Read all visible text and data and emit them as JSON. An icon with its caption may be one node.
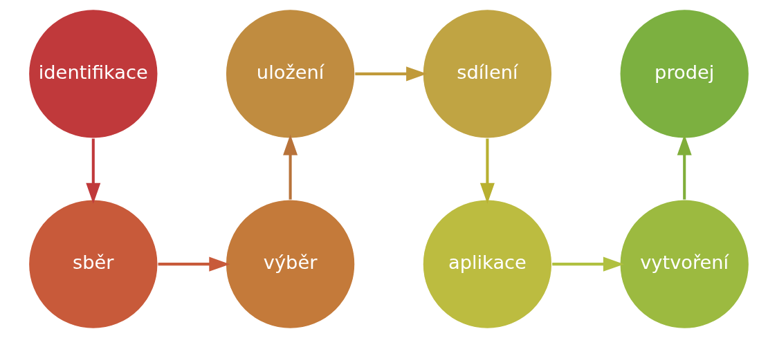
{
  "diagram": {
    "nodes": [
      {
        "text": [
          "identifikace"
        ]
      },
      {
        "text": [
          "sběr"
        ]
      },
      {
        "text": [
          "výběr"
        ]
      },
      {
        "text": [
          "uložení"
        ]
      },
      {
        "text": [
          "sdílení"
        ]
      },
      {
        "text": [
          "aplikace"
        ]
      },
      {
        "text": [
          "vytvoření"
        ]
      },
      {
        "text": [
          "prodej"
        ]
      }
    ],
    "edges": [
      {
        "from": 0,
        "to": 1,
        "arrow": "to",
        "color": "#c0393b"
      },
      {
        "from": 1,
        "to": 2,
        "arrow": "to",
        "color": "#c85a3a"
      },
      {
        "from": 2,
        "to": 3,
        "arrow": "to",
        "color": "#b8733a"
      },
      {
        "from": 3,
        "to": 4,
        "arrow": "to",
        "color": "#c09a3a"
      },
      {
        "from": 4,
        "to": 5,
        "arrow": "to",
        "color": "#b8b030"
      },
      {
        "from": 5,
        "to": 6,
        "arrow": "to",
        "color": "#b0c040"
      },
      {
        "from": 6,
        "to": 7,
        "arrow": "to",
        "color": "#80ae3a"
      }
    ]
  }
}
